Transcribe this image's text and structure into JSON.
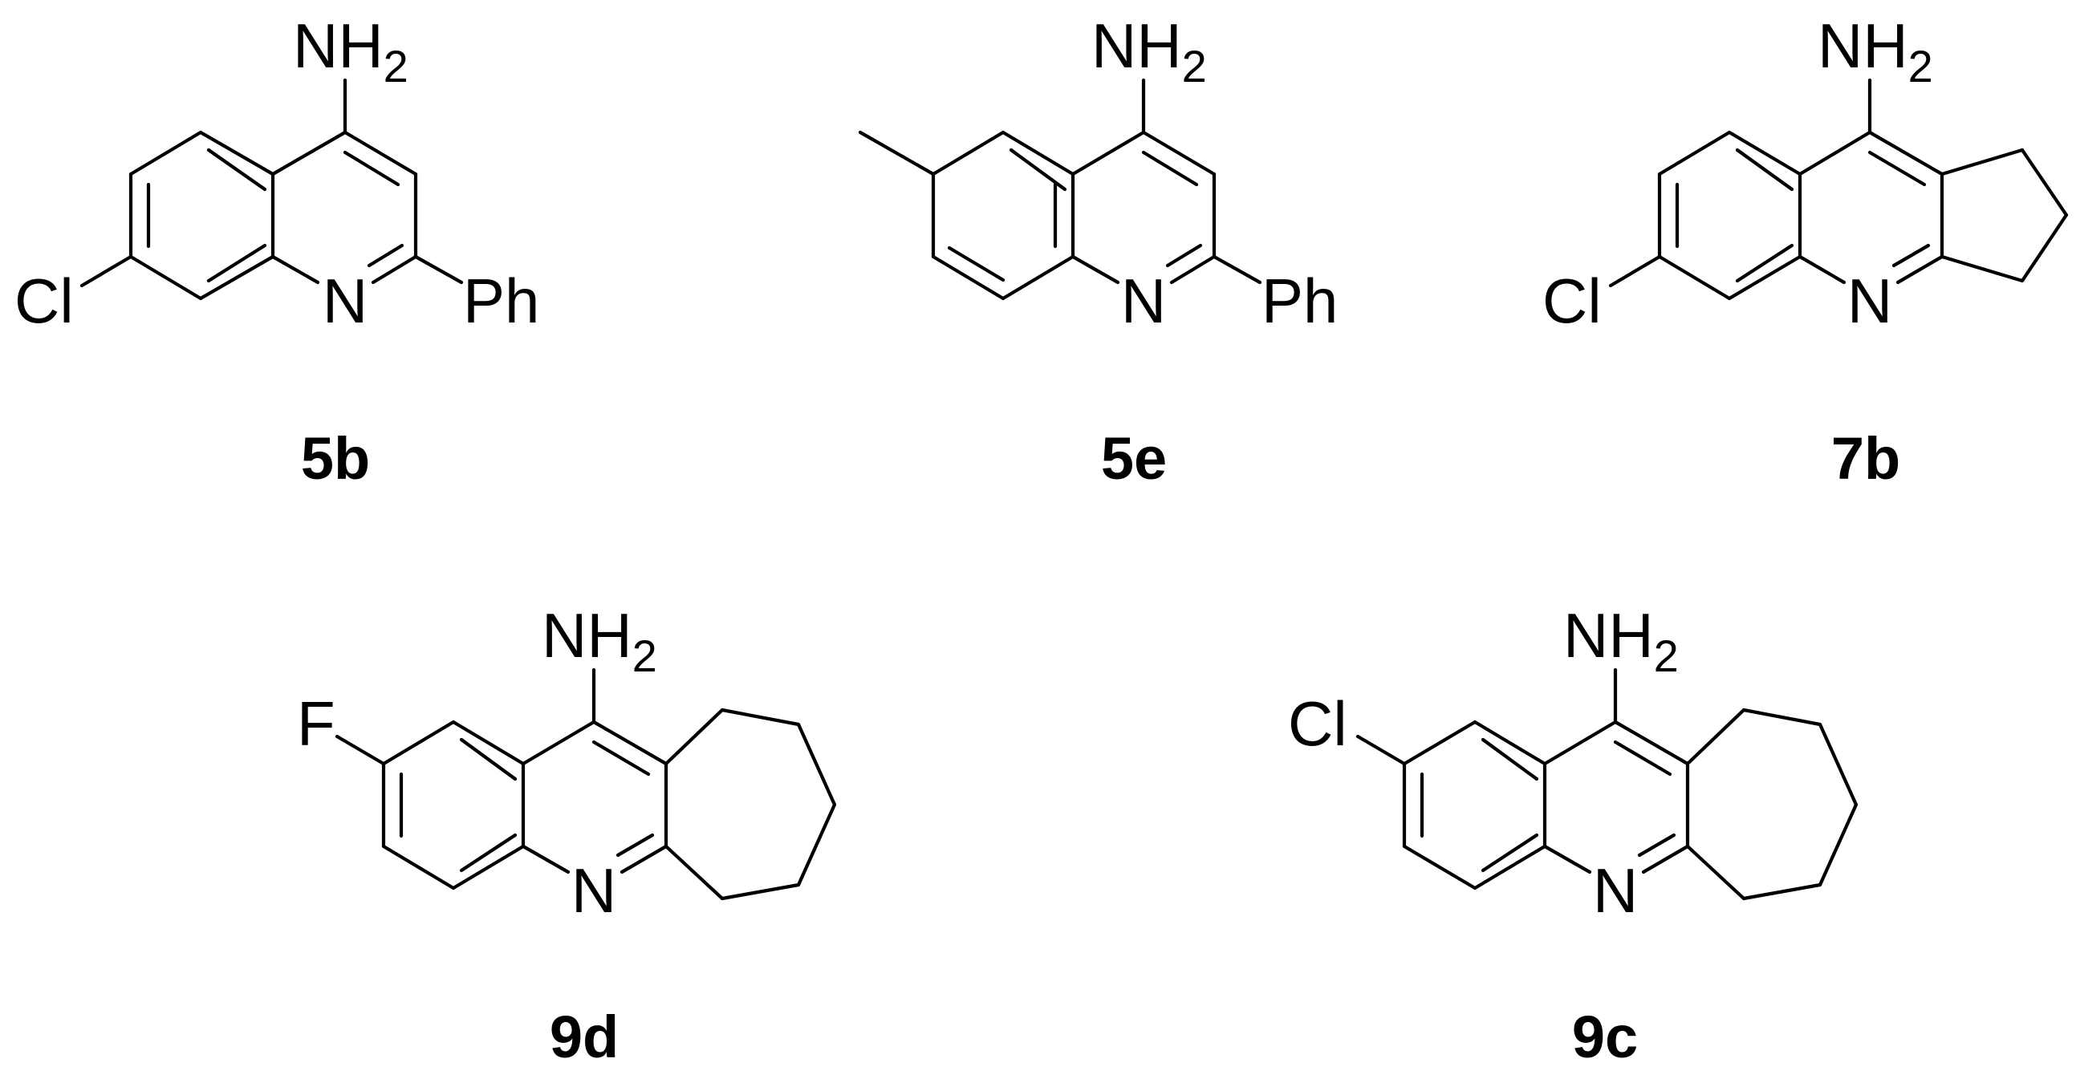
{
  "labels": {
    "nh": "NH",
    "sub2": "2",
    "n": "N",
    "cl": "Cl",
    "f": "F",
    "ph": "Ph"
  },
  "compounds": [
    {
      "id": "5b"
    },
    {
      "id": "5e"
    },
    {
      "id": "7b"
    },
    {
      "id": "9d"
    },
    {
      "id": "9c"
    }
  ]
}
